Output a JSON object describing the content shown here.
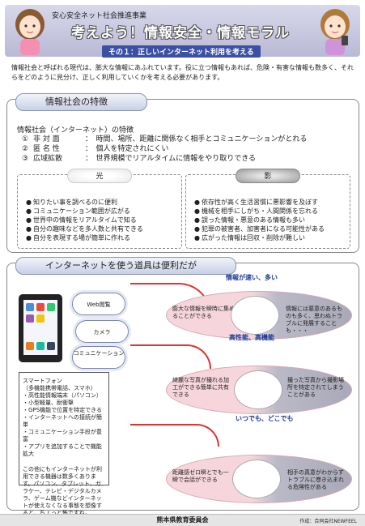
{
  "header": {
    "org": "安心安全ネット社会推進事業",
    "title": "考えよう！情報安全・情報モラル",
    "subtitle": "その１：正しいインターネット利用を考える"
  },
  "intro": "情報社会と呼ばれる現代は、膨大な情報にあふれています。役に立つ情報もあれば、危険・有害な情報も数多く、それらをどのように見分け、正しく利用していくかを考える必要があります。",
  "section1": {
    "title": "情報社会の特徴",
    "heading": "情報社会（インターネット）の特徴",
    "items": [
      {
        "num": "①",
        "term": "非 対 面",
        "desc": "：　時間、場所、距離に関係なく相手とコミュニケーションがとれる"
      },
      {
        "num": "②",
        "term": "匿 名 性",
        "desc": "：　個人を特定されにくい"
      },
      {
        "num": "③",
        "term": "広域拡散",
        "desc": "：　世界規模でリアルタイムに情報をやり取りできる"
      }
    ],
    "light": {
      "label": "光",
      "items": [
        "知りたい事を調べるのに便利",
        "コミュニケーション範囲が広がる",
        "世界中の情報をリアルタイムで知る",
        "自分の趣味などを多人数と共有できる",
        "自分を表現する場が簡単に作れる"
      ]
    },
    "shade": {
      "label": "影",
      "items": [
        "依存性が高く生活習慣に悪影響を及ぼす",
        "機械を相手にしがち・人間関係を忘れる",
        "誤った情報・悪意のある情報も多い",
        "犯罪の被害者、加害者になる可能性がある",
        "広がった情報は回収・削除が難しい"
      ]
    }
  },
  "section2": {
    "title": "インターネットを使う道具は便利だが",
    "clouds": [
      "Web閲覧",
      "カメラ",
      "コミュニケーション"
    ],
    "features": {
      "lines": [
        "スマートフォン",
        "（多機能携帯電話、スマホ）",
        "・高性能情報端末（パソコン）",
        "・小型軽量、耐衝撃",
        "・GPS機能で位置を特定できる",
        "・インターネットへの接続が簡単",
        "・コミュニケーション手段が豊富",
        "・アプリを追加することで機能拡大"
      ],
      "tail": "この他にもインターネットが利用できる機器は数多くあります。パソコン、タブレット、ガラケー、テレビ・デジタルカメラ、ゲーム機などインターネットが使えなくなる事態を想像すると、ちょっと怖ですね。"
    },
    "blocks": [
      {
        "head": "情報が速い、多い",
        "good": "膨大な情報を瞬時に集めることができる",
        "bad": "情報には悪意のあるものも多く、思わぬトラブルに発展することも・・・"
      },
      {
        "head": "高性能、高機能",
        "good": "綺麗な写真が撮れる加工ができる簡単に共有できる",
        "bad": "撮った写真から撮影場所を特定されてしまうことがある"
      },
      {
        "head": "いつでも、どこでも",
        "good": "距離感ゼロ瞬とでも一瞬で会話ができる",
        "bad": "相手の真意がわからずトラブルに巻き込まれる危険性がある"
      }
    ]
  },
  "footer": {
    "org": "熊本県教育委員会",
    "credit": "作成：合同会社NEWFEEL"
  },
  "colors": {
    "accent": "#3b4fa3",
    "arrow": "#dd3333"
  }
}
